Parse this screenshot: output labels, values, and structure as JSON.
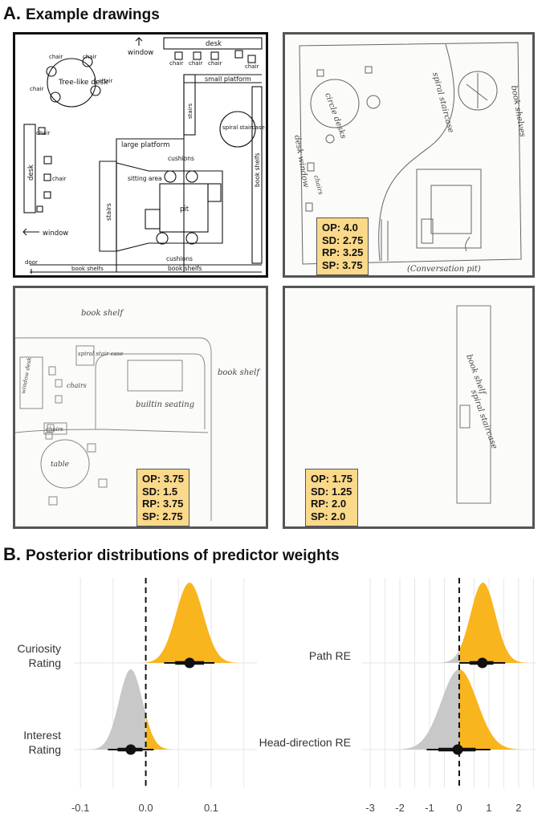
{
  "panel_a": {
    "letter": "A.",
    "title": "Example drawings",
    "plan_labels": {
      "desk_top": "desk",
      "window_top": "window",
      "chairs": [
        "chair",
        "chair",
        "chair",
        "chair",
        "chair",
        "chair",
        "chair",
        "chair",
        "chair",
        "chair"
      ],
      "tree_desk": "Tree-like desk",
      "small_platform": "small platform",
      "stairs_upper": "stairs",
      "spiral_staircase": "spiral staircase",
      "large_platform": "large platform",
      "cushions_top": "cushions",
      "sitting_area": "sitting area",
      "pit": "pit",
      "stairs_lower": "stairs",
      "cushions_bottom": "cushions",
      "desk_left": "desk",
      "window_left": "window",
      "door": "door",
      "book_shelfs_bottom_left": "book shelfs",
      "book_shelfs_bottom_right": "book shelfs",
      "book_shelfs_right": "book shelfs"
    },
    "sketch2_labels": {
      "circle_desks": "circle desks",
      "spiral_staircase": "spiral staircase",
      "book_shelves": "book shelves",
      "desk_window": "desk window",
      "chairs": "chairs",
      "conversation_pit": "(Conversation pit)"
    },
    "sketch3_labels": {
      "book_shelf_top": "book shelf",
      "book_shelf_right": "book shelf",
      "spiral_staircase": "spiral stair case",
      "window_desk": "window desk",
      "chairs": "chairs",
      "builtin_seating": "builtin seating",
      "chairs_lower": "chairs",
      "table": "table"
    },
    "sketch4_labels": {
      "book_shelf": "book shelf",
      "spiral_staircase": "spiral staircase"
    },
    "scores": [
      {
        "op": "OP: 4.0",
        "sd": "SD: 2.75",
        "rp": "RP: 3.25",
        "sp": "SP: 3.75"
      },
      {
        "op": "OP: 3.75",
        "sd": "SD: 1.5",
        "rp": "RP: 3.75",
        "sp": "SP: 2.75"
      },
      {
        "op": "OP: 1.75",
        "sd": "SD: 1.25",
        "rp": "RP: 2.0",
        "sp": "SP: 2.0"
      }
    ]
  },
  "panel_b": {
    "letter": "B.",
    "title": "Posterior distributions of predictor weights"
  },
  "colors": {
    "positive": "#f9b51e",
    "negative": "#c8c8c8",
    "box_fill": "#fbd98a",
    "grid": "#e6e6e6"
  },
  "chart_data": [
    {
      "type": "area",
      "subtype": "posterior density (halfeye)",
      "xlim": [
        -0.11,
        0.17
      ],
      "x_ticks": [
        -0.1,
        0.0,
        0.1
      ],
      "x_tick_labels": [
        "-0.1",
        "0.0",
        "0.1"
      ],
      "reference_line": 0,
      "grid": true,
      "series": [
        {
          "name": "Curiosity Rating",
          "label_lines": [
            "Curiosity",
            "Rating"
          ],
          "mean": 0.067,
          "sd": 0.021,
          "point": 0.067,
          "interval_66": [
            0.045,
            0.089
          ],
          "interval_95": [
            0.028,
            0.105
          ]
        },
        {
          "name": "Interest Rating",
          "label_lines": [
            "Interest",
            "Rating"
          ],
          "mean": -0.023,
          "sd": 0.018,
          "point": -0.023,
          "interval_66": [
            -0.043,
            -0.005
          ],
          "interval_95": [
            -0.058,
            0.012
          ]
        }
      ]
    },
    {
      "type": "area",
      "subtype": "posterior density (halfeye)",
      "xlim": [
        -3.3,
        2.6
      ],
      "x_ticks": [
        -3,
        -2,
        -1,
        0,
        1,
        2
      ],
      "x_tick_labels": [
        "-3",
        "-2",
        "-1",
        "0",
        "1",
        "2"
      ],
      "reference_line": 0,
      "grid": true,
      "series": [
        {
          "name": "Path RE",
          "label_lines": [
            "Path RE"
          ],
          "mean": 0.8,
          "sd": 0.42,
          "point": 0.78,
          "interval_66": [
            0.35,
            1.15
          ],
          "interval_95": [
            0.0,
            1.55
          ]
        },
        {
          "name": "Head-direction RE",
          "label_lines": [
            "Head-direction RE"
          ],
          "mean": 0.0,
          "sd": 0.6,
          "point": -0.05,
          "interval_66": [
            -0.7,
            0.55
          ],
          "interval_95": [
            -1.1,
            1.05
          ]
        }
      ]
    }
  ]
}
